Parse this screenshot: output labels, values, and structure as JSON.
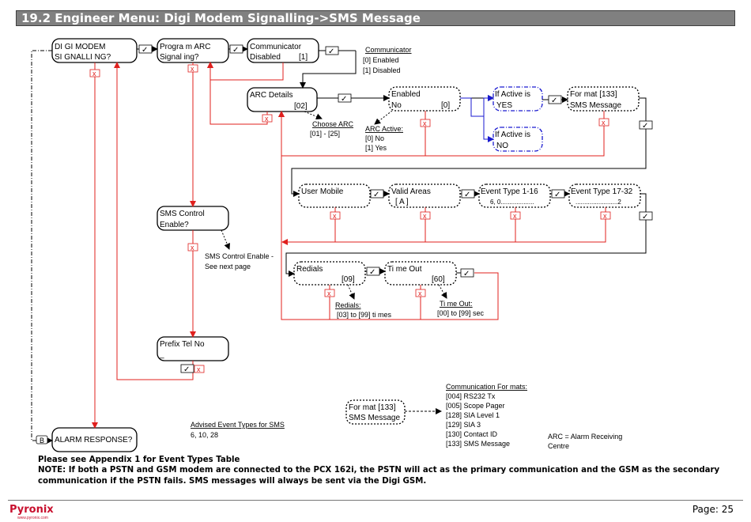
{
  "header": {
    "title": "19.2 Engineer Menu: Digi Modem Signalling->SMS Message"
  },
  "colors": {
    "red": "#e0201e",
    "blue": "#1a1ad0",
    "black": "#000000"
  },
  "boxes": {
    "digi_modem": [
      "DI GI  MODEM",
      "SI GNALLI NG?"
    ],
    "program_arc": [
      "Progra m ARC",
      "Signal ing?"
    ],
    "communicator": [
      "Communicator",
      "Disabled"
    ],
    "communicator_val": "[1]",
    "arc_details": "ARC Details",
    "arc_details_val": "[02]",
    "enabled": "Enabled",
    "enabled_no": "No",
    "enabled_val": "[0]",
    "if_active_yes": [
      "If  Active is",
      "YES"
    ],
    "if_active_no": [
      "If  Active is",
      "NO"
    ],
    "format_sms": [
      "For mat     [133]",
      "SMS Message"
    ],
    "sms_control": [
      "SMS Control",
      "Enable?"
    ],
    "user_mobile": "User Mobile",
    "valid_areas": [
      "Valid Areas",
      "[          A      ]"
    ],
    "event_1_16": [
      "Event Type 1-16",
      "6, 0..................."
    ],
    "event_17_32": [
      "Event Type 17-32",
      "........................2"
    ],
    "redials": "Redials",
    "redials_val": "[09]",
    "time_out": "Ti me Out",
    "time_out_val": "[60]",
    "prefix_tel": [
      "Prefix Tel No",
      "_"
    ],
    "alarm_response": "ALARM RESPONSE?",
    "format_sms_legend": [
      "For mat     [133]",
      "SMS Message"
    ]
  },
  "symbols": {
    "yes": "✓",
    "no": "x",
    "b": "B"
  },
  "notes": {
    "communicator": [
      "Communicator",
      "[0] Enabled",
      "[1] Disabled"
    ],
    "choose_arc": [
      "Choose ARC",
      "[01] - [25]"
    ],
    "arc_active": [
      "ARC Active:",
      "[0] No",
      "[1] Yes"
    ],
    "sms_control": [
      "SMS Control Enable -",
      "See next page"
    ],
    "redials": [
      "Redials:",
      "[03] to [99] ti mes"
    ],
    "time_out": [
      "Ti me Out:",
      "[00] to [99] sec"
    ],
    "advised": [
      "Advised Event Types for SMS",
      "6, 10, 28"
    ],
    "comm_formats": [
      "Communication For mats:",
      "[004]  RS232 Tx",
      "[005]  Scope Pager",
      "[128]  SIA Level 1",
      "[129]  SIA 3",
      "[130]  Contact ID",
      "[133]  SMS Message"
    ],
    "arc_def": [
      "ARC = Alarm Receiving",
      "Centre"
    ]
  },
  "footnote": {
    "line1": "Please see Appendix 1 for Event Types Table",
    "line2": "NOTE: If both a PSTN and GSM modem are connected to the PCX 162i, the PSTN will act as the primary communication and the GSM as the secondary communication if the PSTN fails. SMS messages will always be sent via the Digi GSM."
  },
  "footer": {
    "logo": "Pyronix",
    "logo_sub": "www.pyronix.com",
    "page": "Page: 25"
  }
}
